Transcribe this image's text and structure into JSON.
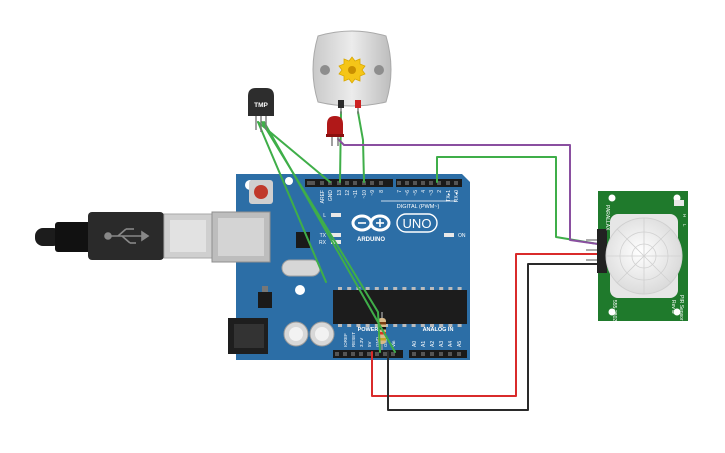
{
  "arduino": {
    "brand": "ARDUINO",
    "model": "UNO",
    "digital_header_label": "DIGITAL (PWM~)",
    "digital_pins": [
      "AREF",
      "GND",
      "13",
      "12",
      "~11",
      "~10",
      "~9",
      "8",
      "7",
      "~6",
      "~5",
      "4",
      "~3",
      "2",
      "TX▸1",
      "RX◂0"
    ],
    "analog_header_label": "ANALOG IN",
    "power_header_label": "POWER",
    "power_pins": [
      "IOREF",
      "RESET",
      "3.3V",
      "5V",
      "GND",
      "GND",
      "Vin"
    ],
    "analog_pins": [
      "A0",
      "A1",
      "A2",
      "A3",
      "A4",
      "A5"
    ],
    "led_labels": [
      "L",
      "TX",
      "RX"
    ],
    "on_label": "ON"
  },
  "temp_sensor": {
    "label": "TMP"
  },
  "pir_sensor": {
    "brand": "PARALLAX",
    "part_number": "555-28027",
    "name": "PIR Sensor",
    "revision": "Rev B",
    "marks": [
      "H",
      "L"
    ]
  },
  "colors": {
    "board": "#2c6ea6",
    "wire_green": "#3fae49",
    "wire_purple": "#8a4fa0",
    "wire_red": "#d92b2b",
    "wire_black": "#2a2a2a",
    "pcb_green": "#1f7a2c",
    "led_red": "#b01818",
    "gear": "#f5c518"
  }
}
